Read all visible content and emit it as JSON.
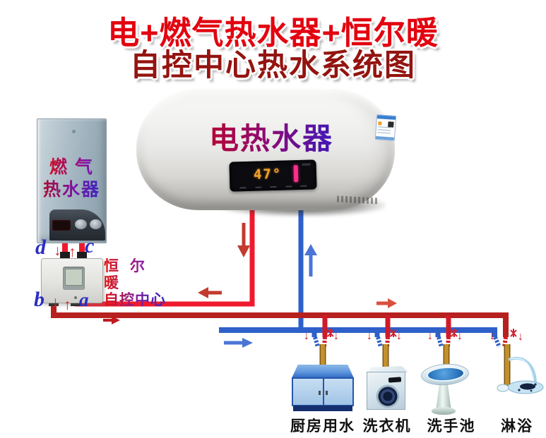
{
  "title": {
    "line1": "电+燃气热水器+恒尔暖",
    "line2": "自控中心热水系统图"
  },
  "electric_heater": {
    "label": "电热水器",
    "display_temperature": "47°"
  },
  "gas_heater": {
    "label_line1": "燃 气",
    "label_line2": "热水器"
  },
  "control_center": {
    "name_line1": "恒 尔 暖",
    "name_line2": "自控中心"
  },
  "ports": {
    "a": "a",
    "b": "b",
    "c": "c",
    "d": "d"
  },
  "glyphs": {
    "down_arrow": "↓",
    "up_arrow": "↑"
  },
  "fixtures": [
    {
      "label": "厨房用水",
      "type": "kitchen-sink"
    },
    {
      "label": "洗衣机",
      "type": "washing-machine"
    },
    {
      "label": "洗手池",
      "type": "wash-basin"
    },
    {
      "label": "淋浴",
      "type": "shower"
    }
  ],
  "colors": {
    "hot_pipe_bright": "#ef1a2e",
    "hot_pipe_main": "#b6201f",
    "cold_pipe": "#2e60ca",
    "fixture_pipe_tan": "#c2902c",
    "title_primary": "#e20410",
    "title_secondary": "#931410"
  }
}
